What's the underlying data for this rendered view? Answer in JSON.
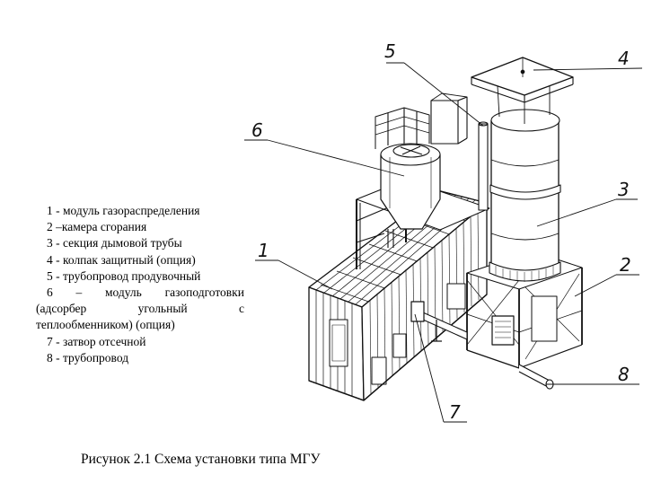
{
  "legend": {
    "item1": "1 - модуль газораспределения",
    "item2": "2 –камера сгорания",
    "item3": "3 - секция дымовой трубы",
    "item4": "4 - колпак защитный (опция)",
    "item5": "5 - трубопровод продувочный",
    "item6_a": "6",
    "item6_b": "–",
    "item6_c": "модуль",
    "item6_d": "газоподготовки",
    "item6_e": "(адсорбер",
    "item6_f": "угольный",
    "item6_g": "с",
    "item6_h": "теплообменником) (опция)",
    "item7": "7 - затвор отсечной",
    "item8": "8 - трубопровод"
  },
  "callouts": {
    "n1": "1",
    "n2": "2",
    "n3": "3",
    "n4": "4",
    "n5": "5",
    "n6": "6",
    "n7": "7",
    "n8": "8"
  },
  "caption": "Рисунок 2.1 Схема установки типа МГУ"
}
